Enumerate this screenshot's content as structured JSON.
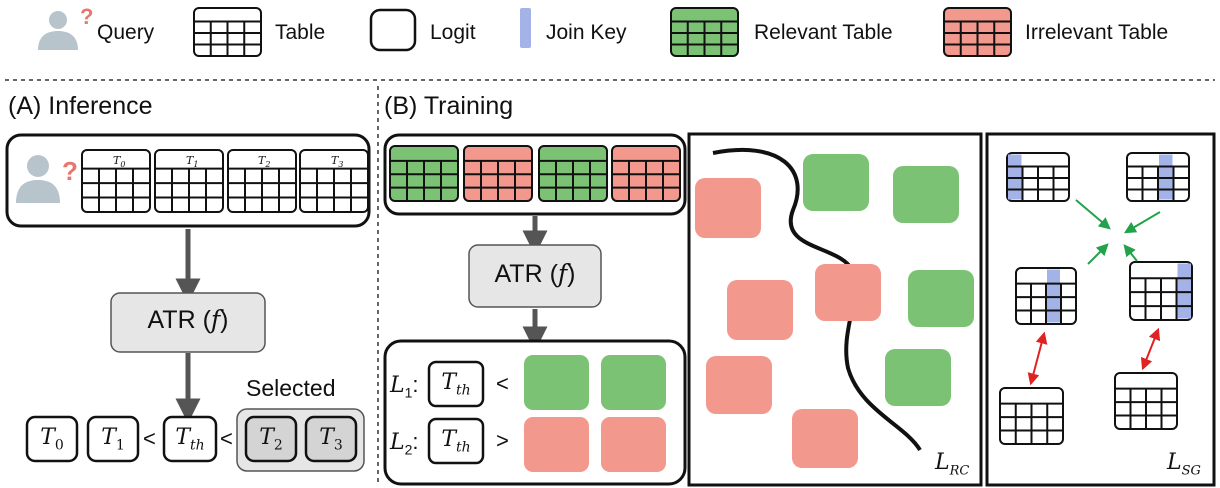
{
  "legend": {
    "query": "Query",
    "table": "Table",
    "logit": "Logit",
    "join_key": "Join Key",
    "relevant_table": "Relevant Table",
    "irrelevant_table": "Irrelevant Table"
  },
  "inference": {
    "title": "(A) Inference",
    "table_labels": [
      "T0",
      "T1",
      "T2",
      "T3"
    ],
    "model": "ATR (f)",
    "selected": "Selected",
    "logits": [
      "T0",
      "T1",
      "Tth",
      "T2",
      "T3"
    ],
    "operators": [
      "<",
      "<"
    ]
  },
  "training": {
    "title": "(B) Training",
    "model": "ATR (f)",
    "loss1": {
      "name": "L1",
      "threshold": "Tth",
      "op": "<"
    },
    "loss2": {
      "name": "L2",
      "threshold": "Tth",
      "op": ">"
    },
    "rc_label": "LRC",
    "sg_label": "LSG"
  },
  "colors": {
    "relevant": "#7cc275",
    "irrelevant": "#f2988d",
    "join_key": "#a3b3e8",
    "model_fill": "#e6e6e6",
    "person": "#b8c4cc",
    "question": "#e8766f",
    "attract_arrow": "#22a24a",
    "repel_arrow": "#e02222"
  }
}
